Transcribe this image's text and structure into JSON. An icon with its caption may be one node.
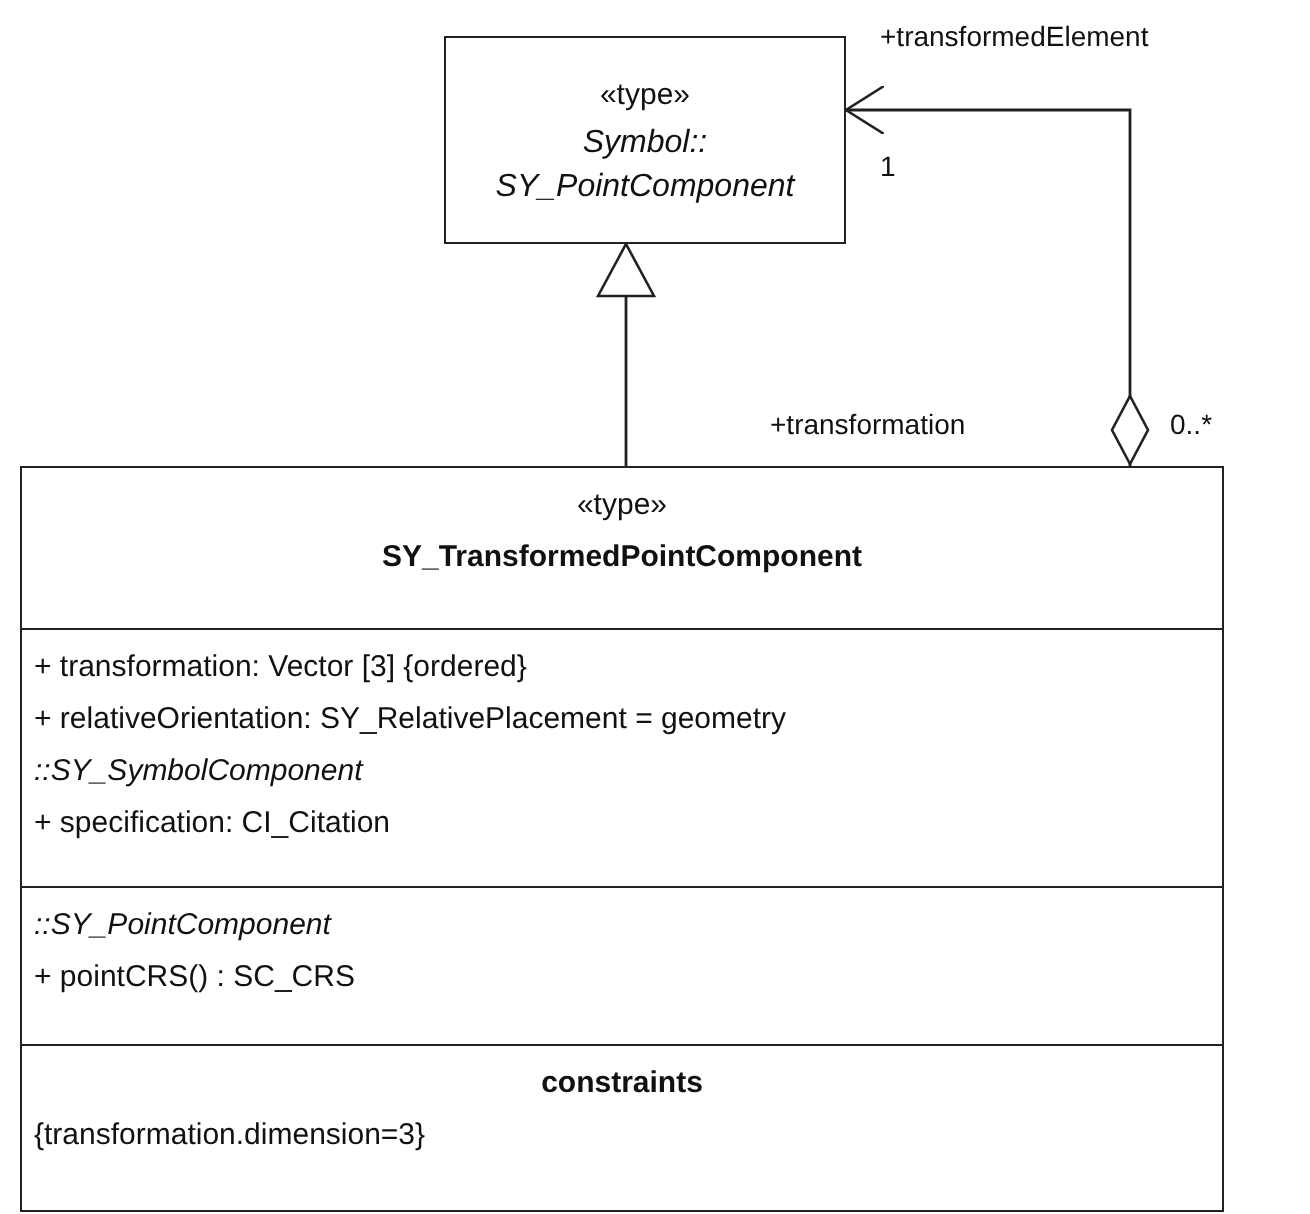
{
  "diagram": {
    "nodes": [
      {
        "text": [
          "«type»",
          "Symbol:: SY_PointComponent"
        ]
      },
      {
        "text": [
          "«type»",
          "SY_TransformedPointComponent",
          "+ transformation: Vector [3] {ordered}",
          "+ relativeOrientation: SY_RelativePlacement = geometry",
          "::SY_SymbolComponent",
          "+ specification: CI_Citation",
          "::SY_PointComponent",
          "+ pointCRS() : SC_CRS",
          "constraints",
          "{transformation.dimension=3}"
        ]
      }
    ],
    "edges": [
      {
        "from": 1,
        "to": 0,
        "arrow": "to"
      },
      {
        "from": 1,
        "to": 0,
        "arrow": "to"
      }
    ],
    "labels": [
      "+transformedElement",
      "1",
      "+transformation",
      "0..*"
    ]
  }
}
